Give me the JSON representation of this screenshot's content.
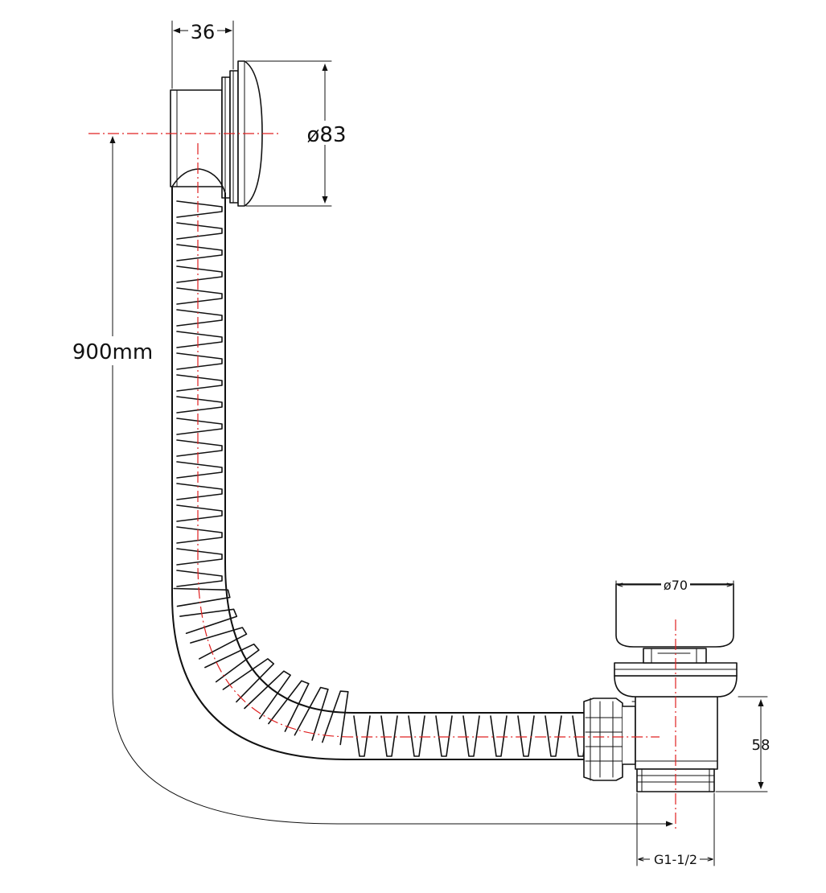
{
  "dimensions": {
    "overflow_depth": "36",
    "overflow_diameter": "ø83",
    "hose_length": "900mm",
    "waste_diameter": "ø70",
    "waste_height": "58",
    "thread": "G1-1/2"
  },
  "colors": {
    "line": "#111111",
    "centerline": "#e02020",
    "background": "#ffffff"
  }
}
